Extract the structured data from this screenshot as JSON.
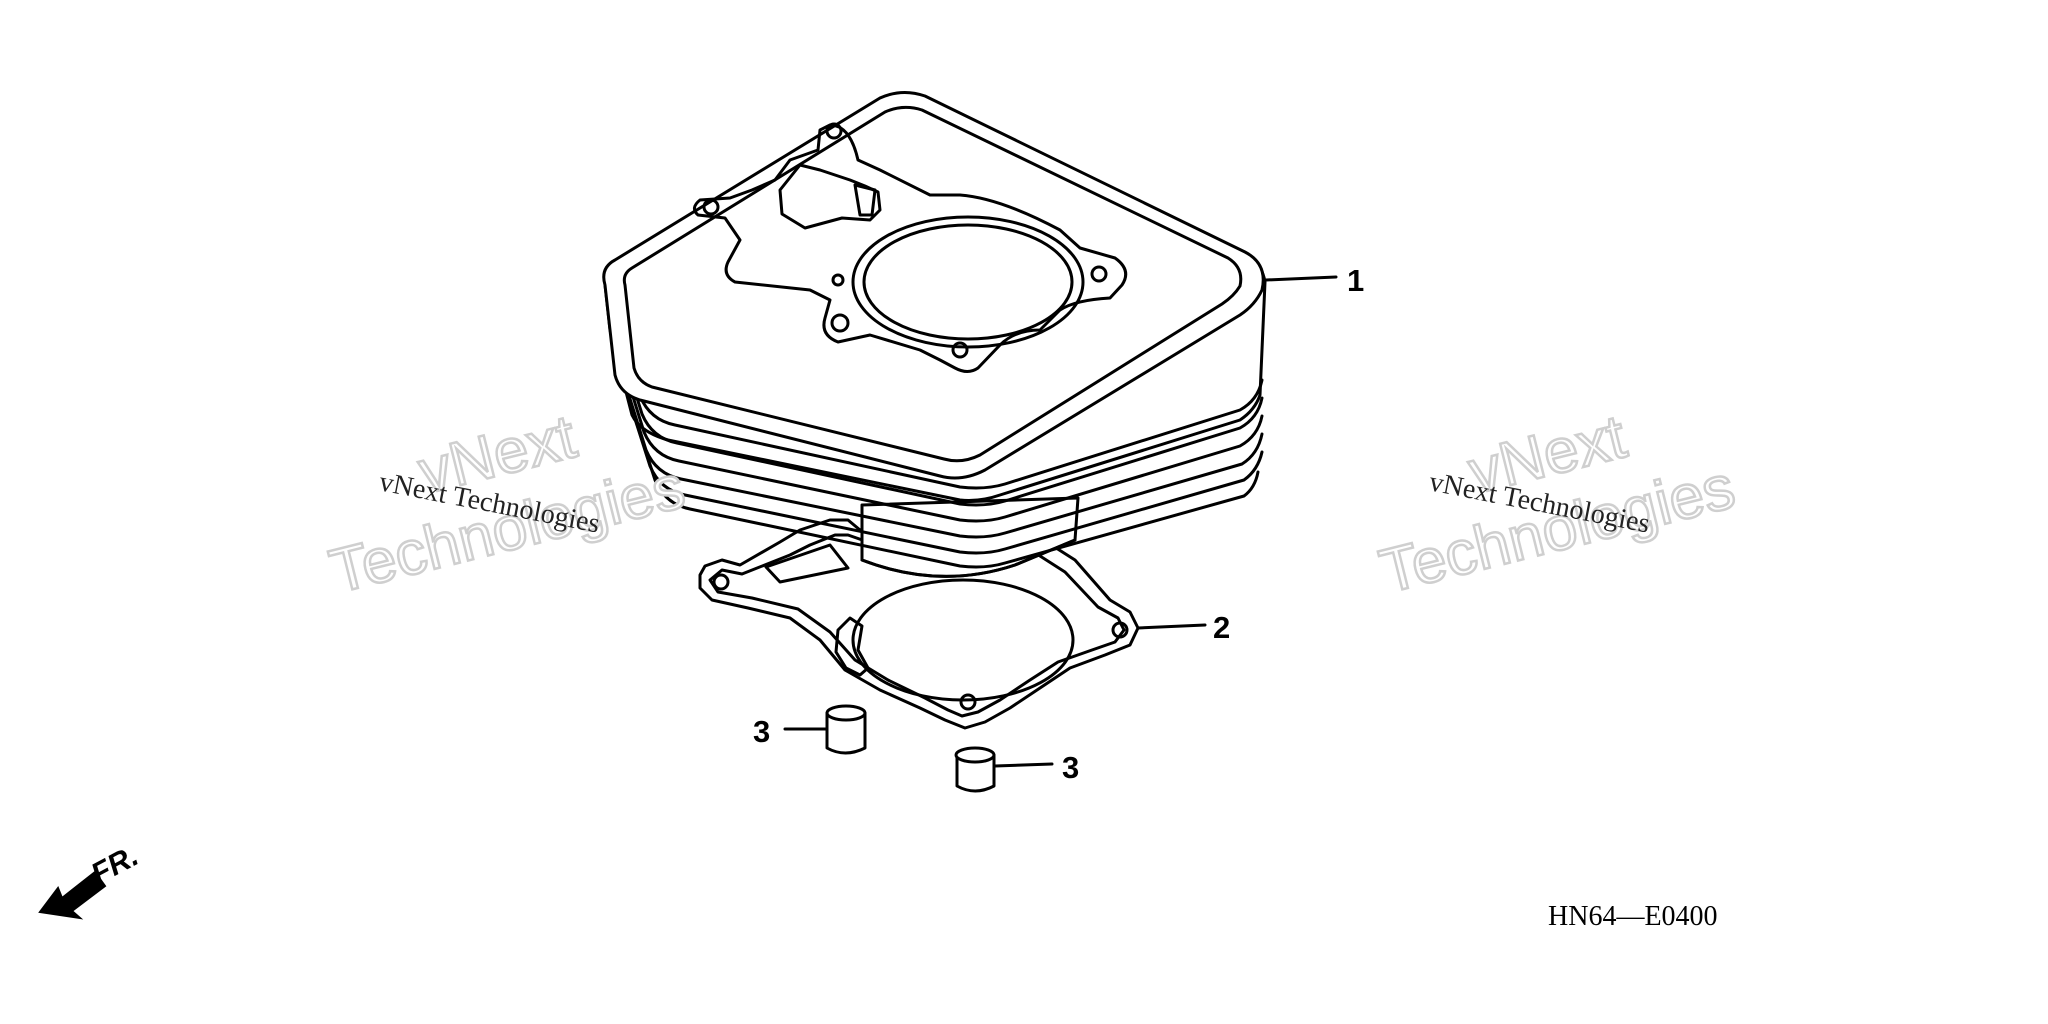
{
  "diagram": {
    "callouts": [
      {
        "id": "1",
        "label": "1"
      },
      {
        "id": "2",
        "label": "2"
      },
      {
        "id": "3a",
        "label": "3"
      },
      {
        "id": "3b",
        "label": "3"
      }
    ],
    "diagram_code": "HN64—E0400",
    "front_marker": {
      "label": "FR.",
      "icon": "front-arrow-icon"
    }
  },
  "watermarks": [
    {
      "line": "vNext Technologies",
      "big_top": "vNext",
      "big_bottom": "Technologies"
    },
    {
      "line": "vNext Technologies",
      "big_top": "vNext",
      "big_bottom": "Technologies"
    }
  ]
}
